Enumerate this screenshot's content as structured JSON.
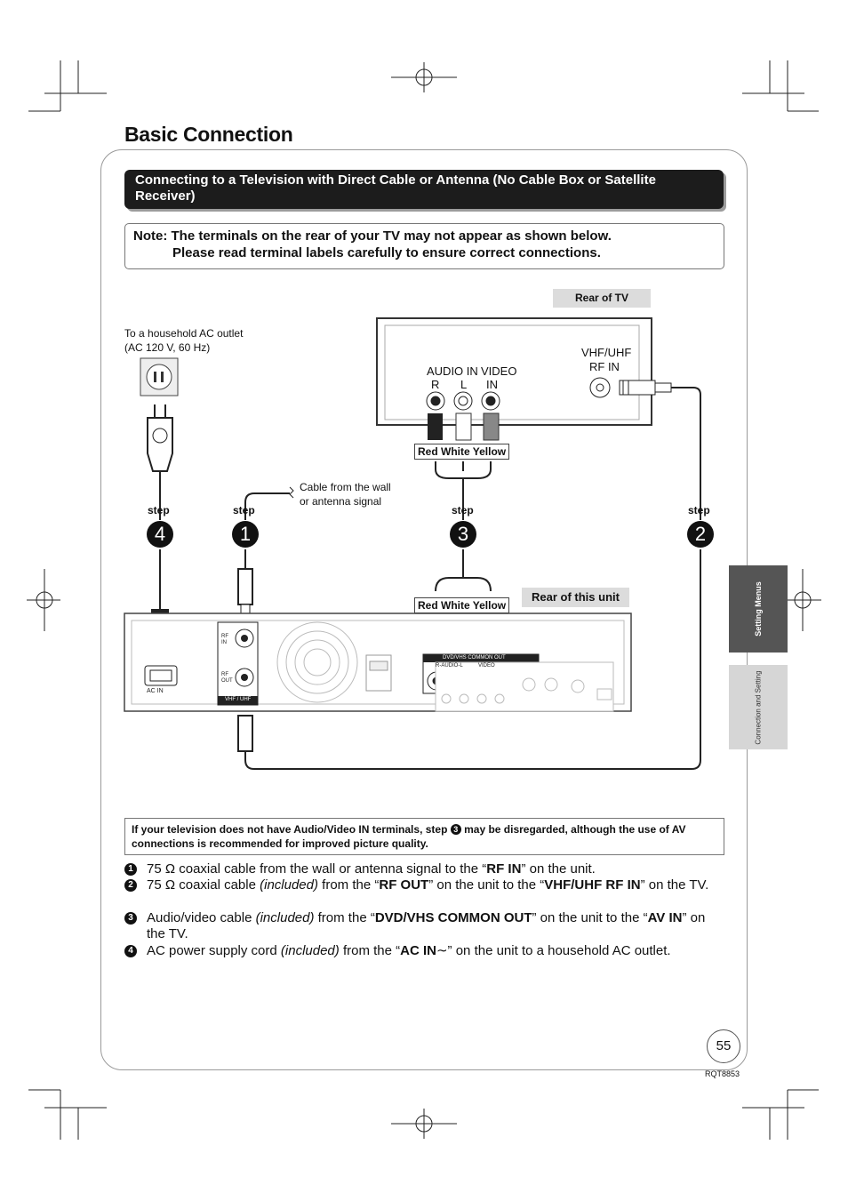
{
  "page_title": "Basic Connection",
  "section_title": "Connecting to a Television with Direct Cable or Antenna (No Cable Box or Satellite Receiver)",
  "note": {
    "line1": "Note: The terminals on the rear of your TV may not appear as shown below.",
    "line2": "Please read terminal labels carefully to ensure correct connections."
  },
  "diagram": {
    "rear_of_tv": "Rear of TV",
    "rear_of_unit": "Rear of this unit",
    "ac_outlet_line1": "To a household AC outlet",
    "ac_outlet_line2": "(AC 120 V, 60 Hz)",
    "cable_wall_line1": "Cable from the wall",
    "cable_wall_line2": "or antenna signal",
    "audio_in": "AUDIO IN",
    "audio_r": "R",
    "audio_l": "L",
    "video_in_1": "VIDEO",
    "video_in_2": "IN",
    "vhf_uhf_1": "VHF/UHF",
    "vhf_uhf_2": "RF IN",
    "cable_colors_top": "Red White Yellow",
    "cable_colors_bottom": "Red White Yellow",
    "step_word": "step",
    "steps": [
      "4",
      "1",
      "3",
      "2"
    ],
    "ac_in": "AC IN",
    "rf_in_unit_1": "RF",
    "rf_in_unit_2": "IN",
    "rf_out_unit_1": "RF",
    "rf_out_unit_2": "OUT",
    "vhf_uhf_unit": "VHF / UHF",
    "dvd_vhs_common_out": "DVD/VHS COMMON OUT",
    "r_audio_l": "R-AUDIO-L",
    "video": "VIDEO"
  },
  "info_box": {
    "part1": "If your television does not have Audio/Video IN terminals, step",
    "num": "3",
    "part2": "may be disregarded, although the use of AV connections is recommended for improved picture quality."
  },
  "instructions": [
    {
      "num": "1",
      "a": "75 Ω coaxial cable from the wall or antenna signal to the “",
      "b": "RF IN",
      "c": "” on the unit."
    },
    {
      "num": "2",
      "a": "75 Ω coaxial cable ",
      "i": "(included)",
      "a2": " from the “",
      "b": "RF OUT",
      "c": "” on the unit to the “",
      "b2": "VHF/UHF RF IN",
      "c2": "” on the TV."
    },
    {
      "num": "3",
      "a": "Audio/video cable ",
      "i": "(included)",
      "a2": " from the “",
      "b": "DVD/VHS COMMON OUT",
      "c": "” on the unit to the “",
      "b2": "AV IN",
      "c2": "” on the TV."
    },
    {
      "num": "4",
      "a": "AC power supply cord ",
      "i": "(included)",
      "a2": " from the “",
      "b": "AC IN",
      "c": "∼” on the unit to a household AC outlet."
    }
  ],
  "side_tabs": [
    "Setting Menus",
    "Connection and Setting"
  ],
  "page_number": "55",
  "doc_code": "RQT8853",
  "colors": {
    "banner": "#1c1c1c",
    "label_bg": "#dcdcdc",
    "tab_dark": "#555555",
    "tab_light": "#d6d6d6"
  }
}
